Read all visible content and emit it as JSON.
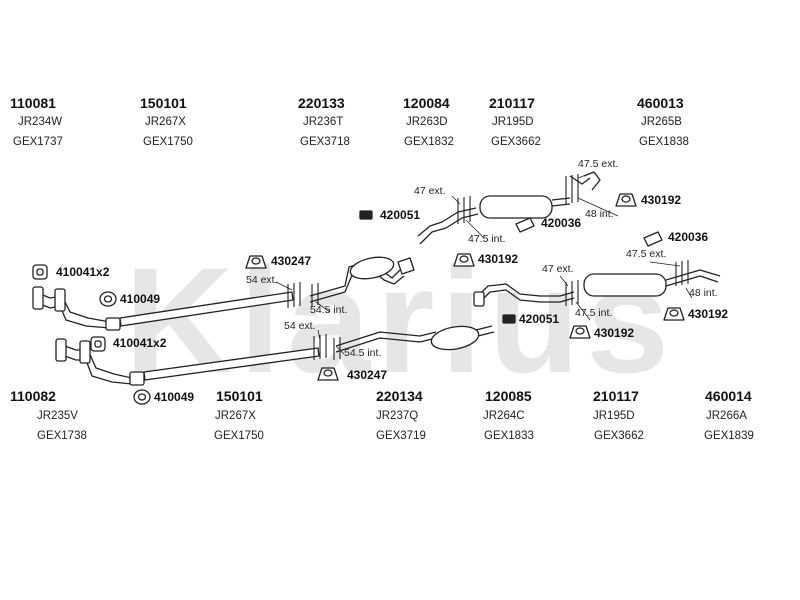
{
  "watermark": "Klarius",
  "top_row": [
    {
      "part": "110081",
      "ref": "JR234W",
      "gex": "GEX1737"
    },
    {
      "part": "150101",
      "ref": "JR267X",
      "gex": "GEX1750"
    },
    {
      "part": "220133",
      "ref": "JR236T",
      "gex": "GEX3718"
    },
    {
      "part": "120084",
      "ref": "JR263D",
      "gex": "GEX1832"
    },
    {
      "part": "210117",
      "ref": "JR195D",
      "gex": "GEX3662"
    },
    {
      "part": "460013",
      "ref": "JR265B",
      "gex": "GEX1838"
    }
  ],
  "bottom_row": [
    {
      "part": "110082",
      "ref": "JR235V",
      "gex": "GEX1738"
    },
    {
      "part": "150101",
      "ref": "JR267X",
      "gex": "GEX1750"
    },
    {
      "part": "220134",
      "ref": "JR237Q",
      "gex": "GEX3719"
    },
    {
      "part": "120085",
      "ref": "JR264C",
      "gex": "GEX1833"
    },
    {
      "part": "210117",
      "ref": "JR195D",
      "gex": "GEX3662"
    },
    {
      "part": "460014",
      "ref": "JR266A",
      "gex": "GEX1839"
    }
  ],
  "callouts": {
    "c1": "410041x2",
    "c2": "410049",
    "c3": "410041x2",
    "c4": "410049",
    "c5": "430247",
    "c6": "430247",
    "c7": "420051",
    "c8": "430192",
    "c9": "420036",
    "c10": "430192",
    "c11": "420051",
    "c12": "430192",
    "c13": "420036",
    "c14": "430192"
  },
  "measurements": {
    "m1": "54 ext.",
    "m2": "54.5 int.",
    "m3": "54 ext.",
    "m4": "54.5 int.",
    "m5": "47 ext.",
    "m6": "47.5 int.",
    "m7": "47.5 ext.",
    "m8": "48 int.",
    "m9": "47 ext.",
    "m10": "47.5 int.",
    "m11": "47.5 ext.",
    "m12": "48 int."
  }
}
